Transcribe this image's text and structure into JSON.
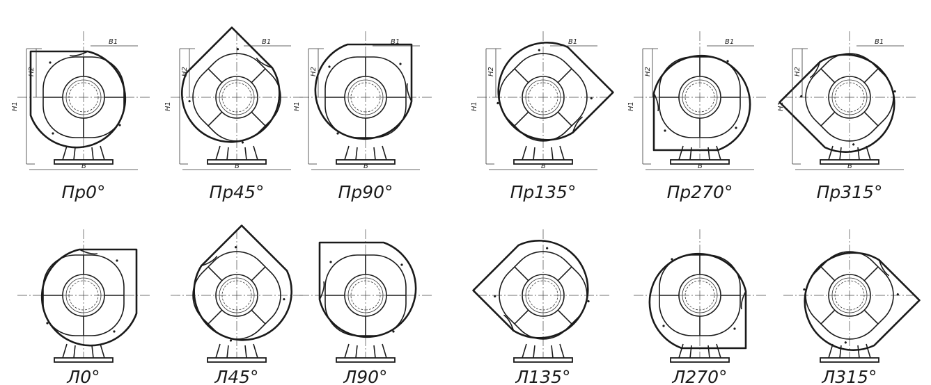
{
  "figures": [
    {
      "label": "Пр0°",
      "rot": 0,
      "mirror": false,
      "dims": {
        "h1": "H1",
        "h2": "H2",
        "b": "B",
        "b1": "B1"
      }
    },
    {
      "label": "Пр45°",
      "rot": 45,
      "mirror": false,
      "dims": {
        "h1": "H1",
        "h2": "H2",
        "b": "B",
        "b1": "B1"
      }
    },
    {
      "label": "Пр90°",
      "rot": 90,
      "mirror": false,
      "dims": {
        "h1": "H1",
        "h2": "H2",
        "b": "B",
        "b1": "B1"
      }
    },
    {
      "label": "Пр135°",
      "rot": 135,
      "mirror": false,
      "dims": {
        "h1": "H1",
        "h2": "H2",
        "b": "B",
        "b1": "B1"
      }
    },
    {
      "label": "Пр270°",
      "rot": 270,
      "mirror": false,
      "dims": {
        "h1": "H1",
        "h2": "H2",
        "b": "B",
        "b1": "B1"
      }
    },
    {
      "label": "Пр315°",
      "rot": 315,
      "mirror": false,
      "dims": {
        "h1": "H1",
        "h2": "H2",
        "b": "B",
        "b1": "B1"
      }
    },
    {
      "label": "Л0°",
      "rot": 0,
      "mirror": true
    },
    {
      "label": "Л45°",
      "rot": 45,
      "mirror": true
    },
    {
      "label": "Л90°",
      "rot": 90,
      "mirror": true
    },
    {
      "label": "Л135°",
      "rot": 135,
      "mirror": true
    },
    {
      "label": "Л270°",
      "rot": 270,
      "mirror": true
    },
    {
      "label": "Л315°",
      "rot": 315,
      "mirror": true
    }
  ]
}
